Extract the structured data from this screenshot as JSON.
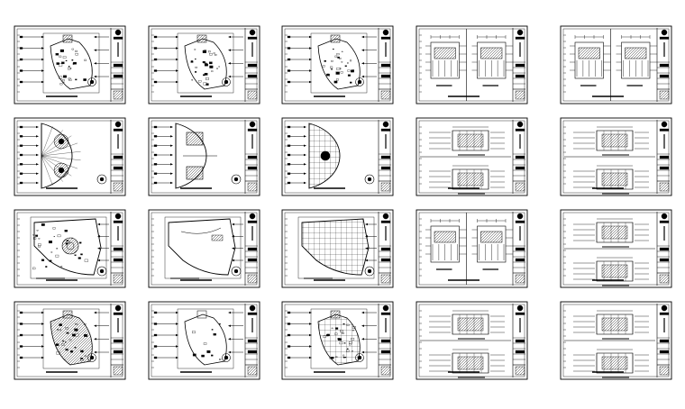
{
  "sheet_grid": {
    "rows": 4,
    "columns": 5,
    "line_color": "#000000",
    "paper_color": "#ffffff",
    "sheets": [
      {
        "id": "r1c1",
        "kind": "floor-plan"
      },
      {
        "id": "r1c2",
        "kind": "floor-plan"
      },
      {
        "id": "r1c3",
        "kind": "floor-plan"
      },
      {
        "id": "r1c4",
        "kind": "elevation-pair"
      },
      {
        "id": "r1c5",
        "kind": "elevation-pair"
      },
      {
        "id": "r2c1",
        "kind": "fan-plan-circles"
      },
      {
        "id": "r2c2",
        "kind": "fan-plan-rooms"
      },
      {
        "id": "r2c3",
        "kind": "fan-plan-grid"
      },
      {
        "id": "r2c4",
        "kind": "elevation-stack"
      },
      {
        "id": "r2c5",
        "kind": "elevation-stack"
      },
      {
        "id": "r3c1",
        "kind": "angled-plan-detail"
      },
      {
        "id": "r3c2",
        "kind": "angled-plan-outline"
      },
      {
        "id": "r3c3",
        "kind": "angled-plan-grid"
      },
      {
        "id": "r3c4",
        "kind": "elevation-pair"
      },
      {
        "id": "r3c5",
        "kind": "elevation-stack"
      },
      {
        "id": "r4c1",
        "kind": "floor-plan-hatched"
      },
      {
        "id": "r4c2",
        "kind": "floor-plan-outline"
      },
      {
        "id": "r4c3",
        "kind": "floor-plan-grid"
      },
      {
        "id": "r4c4",
        "kind": "elevation-stack"
      },
      {
        "id": "r4c5",
        "kind": "elevation-stack"
      }
    ]
  }
}
